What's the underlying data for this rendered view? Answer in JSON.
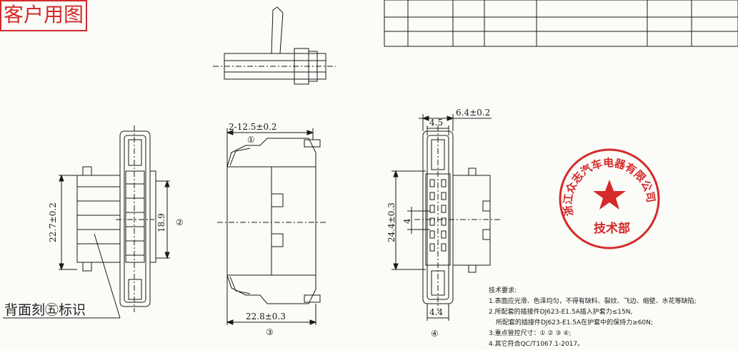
{
  "dimensions": {
    "d1": "2-12.5±0.2",
    "d2": "6.4±0.2",
    "d3": "4.5",
    "d4": "22.7±0.2",
    "d5": "18.9",
    "d6": "24.4±0.3",
    "d7": "4",
    "d8": "22.8±0.3",
    "d9": "4.4"
  },
  "callouts": {
    "c1": "①",
    "c2": "②",
    "c3": "③",
    "c4": "④"
  },
  "back_mark": "背面刻㊄标识",
  "stamp": {
    "label": "客户用图",
    "seal_ring": "浙江众志汽车电器有限公司",
    "seal_center": "技术部"
  },
  "notes": {
    "title": "技术要求:",
    "lines": [
      "1.表面应光滑、色泽均匀，不得有缺料、裂纹、飞边、缩壁、水花等缺陷;",
      "2.所配套的插接件DJ623-E1.5A插入护套力≤15N,",
      "所配套的插接件DJ623-E1.5A在护套中的保持力≥60N;",
      "3.重点管控尺寸：① ② ③ ④;",
      "4.其它符合QC/T1067.1-2017。"
    ]
  },
  "colors": {
    "line": "#1a1a1a",
    "stamp": "#d42a2a"
  }
}
